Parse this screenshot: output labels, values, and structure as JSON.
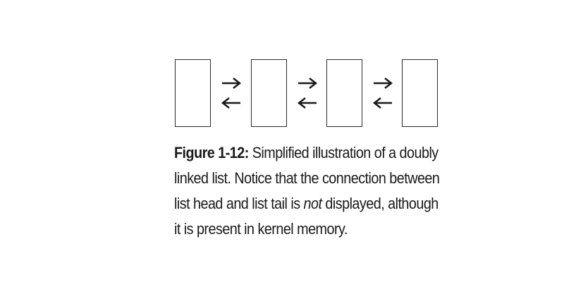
{
  "diagram": {
    "node_count": 4,
    "links": [
      {
        "forward": "right-arrow-icon",
        "backward": "left-arrow-icon"
      },
      {
        "forward": "right-arrow-icon",
        "backward": "left-arrow-icon"
      },
      {
        "forward": "right-arrow-icon",
        "backward": "left-arrow-icon"
      }
    ],
    "colors": {
      "stroke": "#2a2a2a",
      "text": "#1a1a1a",
      "background": "#ffffff"
    }
  },
  "caption": {
    "label": "Figure 1-12:",
    "line1_rest": " Simplified illustration of a doubly",
    "line2": "linked list. Notice that the connection between",
    "line3_before": "list head and list tail is ",
    "line3_emph": "not",
    "line3_after": " displayed, although",
    "line4": "it is present in kernel memory."
  }
}
